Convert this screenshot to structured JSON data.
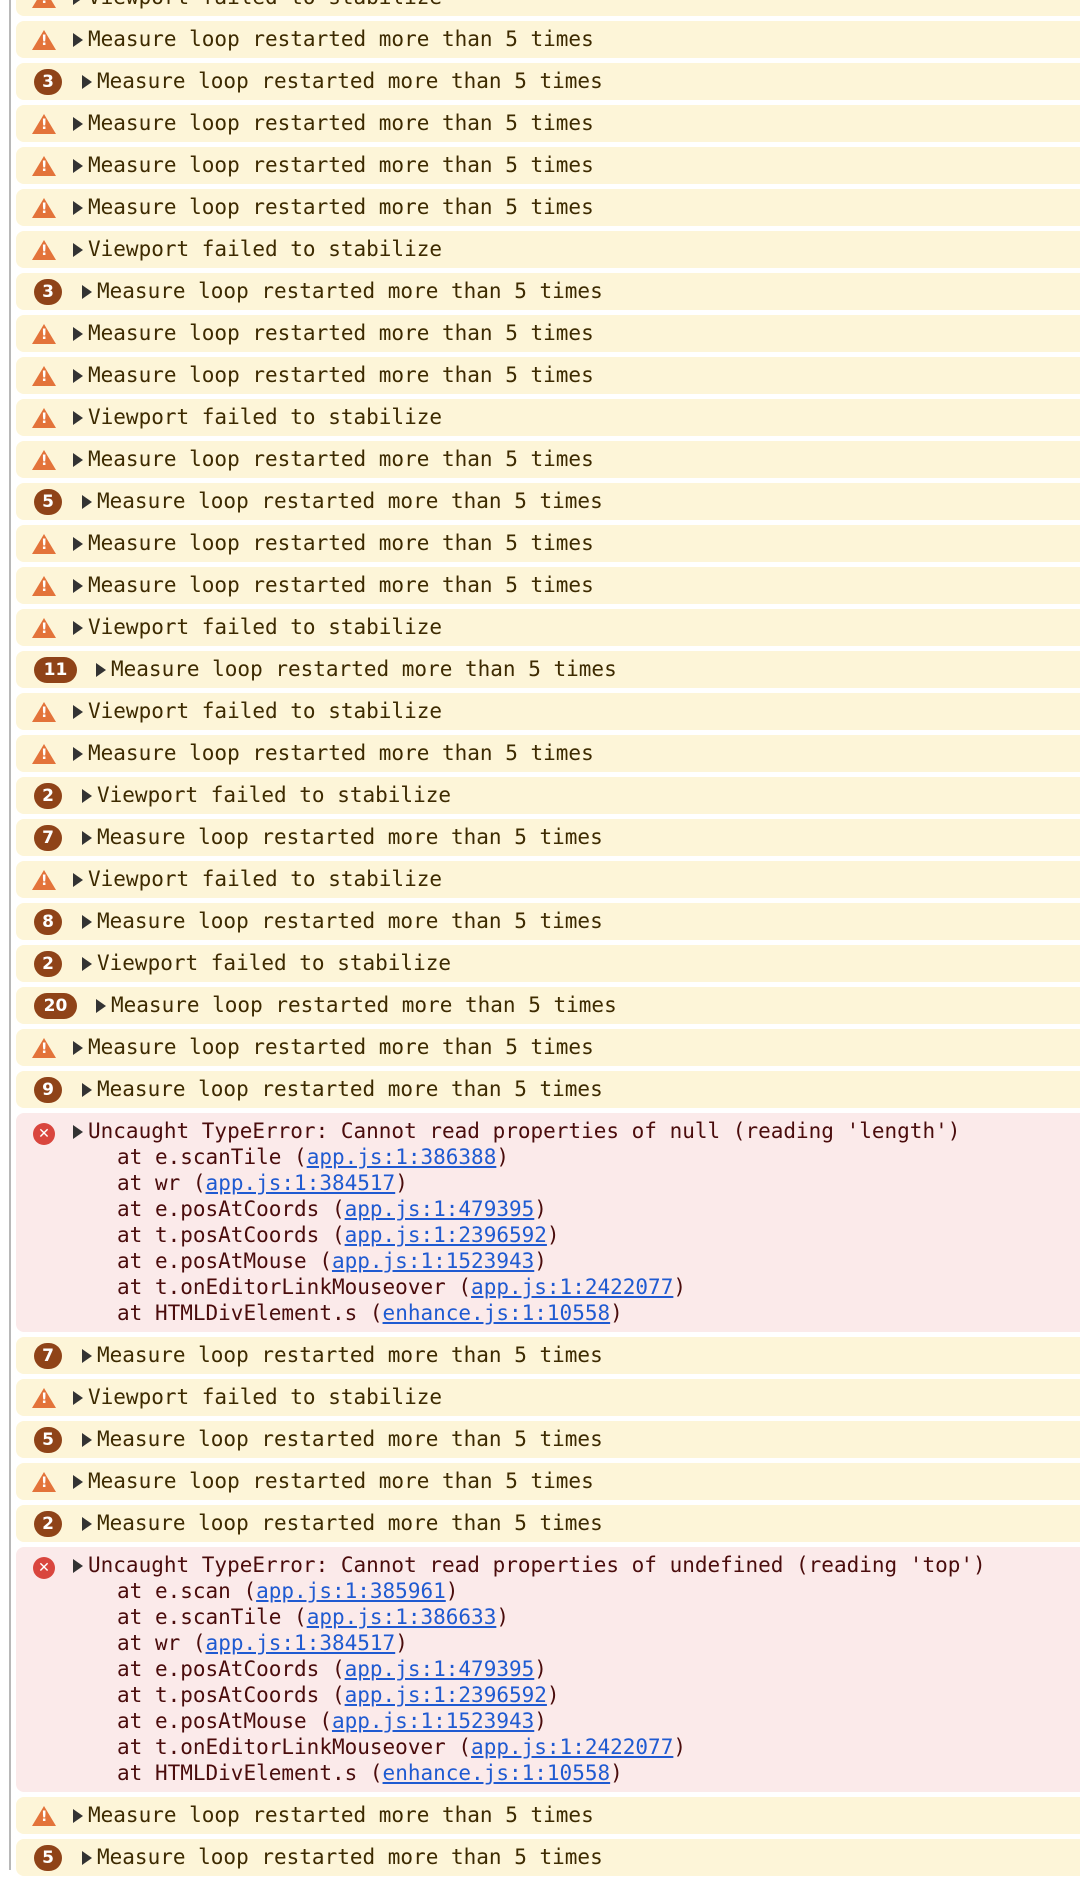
{
  "colors": {
    "warning_bg": "#fdf5d8",
    "error_bg": "#fbeaea",
    "badge": "#8f4318",
    "warning_icon": "#e3733a",
    "error_icon": "#d9463e",
    "link": "#1f5ad1"
  },
  "frame_prefix": "at",
  "rows": [
    {
      "type": "warning",
      "message": "Viewport failed to stabilize"
    },
    {
      "type": "warning",
      "message": "Measure loop restarted more than 5 times"
    },
    {
      "type": "warning",
      "count": "3",
      "message": "Measure loop restarted more than 5 times"
    },
    {
      "type": "warning",
      "message": "Measure loop restarted more than 5 times"
    },
    {
      "type": "warning",
      "message": "Measure loop restarted more than 5 times"
    },
    {
      "type": "warning",
      "message": "Measure loop restarted more than 5 times"
    },
    {
      "type": "warning",
      "message": "Viewport failed to stabilize"
    },
    {
      "type": "warning",
      "count": "3",
      "message": "Measure loop restarted more than 5 times"
    },
    {
      "type": "warning",
      "message": "Measure loop restarted more than 5 times"
    },
    {
      "type": "warning",
      "message": "Measure loop restarted more than 5 times"
    },
    {
      "type": "warning",
      "message": "Viewport failed to stabilize"
    },
    {
      "type": "warning",
      "message": "Measure loop restarted more than 5 times"
    },
    {
      "type": "warning",
      "count": "5",
      "message": "Measure loop restarted more than 5 times"
    },
    {
      "type": "warning",
      "message": "Measure loop restarted more than 5 times"
    },
    {
      "type": "warning",
      "message": "Measure loop restarted more than 5 times"
    },
    {
      "type": "warning",
      "message": "Viewport failed to stabilize"
    },
    {
      "type": "warning",
      "count": "11",
      "message": "Measure loop restarted more than 5 times"
    },
    {
      "type": "warning",
      "message": "Viewport failed to stabilize"
    },
    {
      "type": "warning",
      "message": "Measure loop restarted more than 5 times"
    },
    {
      "type": "warning",
      "count": "2",
      "message": "Viewport failed to stabilize"
    },
    {
      "type": "warning",
      "count": "7",
      "message": "Measure loop restarted more than 5 times"
    },
    {
      "type": "warning",
      "message": "Viewport failed to stabilize"
    },
    {
      "type": "warning",
      "count": "8",
      "message": "Measure loop restarted more than 5 times"
    },
    {
      "type": "warning",
      "count": "2",
      "message": "Viewport failed to stabilize"
    },
    {
      "type": "warning",
      "count": "20",
      "message": "Measure loop restarted more than 5 times"
    },
    {
      "type": "warning",
      "message": "Measure loop restarted more than 5 times"
    },
    {
      "type": "warning",
      "count": "9",
      "message": "Measure loop restarted more than 5 times"
    },
    {
      "type": "error",
      "message": "Uncaught TypeError: Cannot read properties of null (reading 'length')",
      "stack": [
        {
          "fn": "e.scanTile",
          "link": "app.js:1:386388"
        },
        {
          "fn": "wr",
          "link": "app.js:1:384517"
        },
        {
          "fn": "e.posAtCoords",
          "link": "app.js:1:479395"
        },
        {
          "fn": "t.posAtCoords",
          "link": "app.js:1:2396592"
        },
        {
          "fn": "e.posAtMouse",
          "link": "app.js:1:1523943"
        },
        {
          "fn": "t.onEditorLinkMouseover",
          "link": "app.js:1:2422077"
        },
        {
          "fn": "HTMLDivElement.s",
          "link": "enhance.js:1:10558"
        }
      ]
    },
    {
      "type": "warning",
      "count": "7",
      "message": "Measure loop restarted more than 5 times"
    },
    {
      "type": "warning",
      "message": "Viewport failed to stabilize"
    },
    {
      "type": "warning",
      "count": "5",
      "message": "Measure loop restarted more than 5 times"
    },
    {
      "type": "warning",
      "message": "Measure loop restarted more than 5 times"
    },
    {
      "type": "warning",
      "count": "2",
      "message": "Measure loop restarted more than 5 times"
    },
    {
      "type": "error",
      "message": "Uncaught TypeError: Cannot read properties of undefined (reading 'top')",
      "stack": [
        {
          "fn": "e.scan",
          "link": "app.js:1:385961"
        },
        {
          "fn": "e.scanTile",
          "link": "app.js:1:386633"
        },
        {
          "fn": "wr",
          "link": "app.js:1:384517"
        },
        {
          "fn": "e.posAtCoords",
          "link": "app.js:1:479395"
        },
        {
          "fn": "t.posAtCoords",
          "link": "app.js:1:2396592"
        },
        {
          "fn": "e.posAtMouse",
          "link": "app.js:1:1523943"
        },
        {
          "fn": "t.onEditorLinkMouseover",
          "link": "app.js:1:2422077"
        },
        {
          "fn": "HTMLDivElement.s",
          "link": "enhance.js:1:10558"
        }
      ]
    },
    {
      "type": "warning",
      "message": "Measure loop restarted more than 5 times"
    },
    {
      "type": "warning",
      "count": "5",
      "message": "Measure loop restarted more than 5 times"
    }
  ]
}
